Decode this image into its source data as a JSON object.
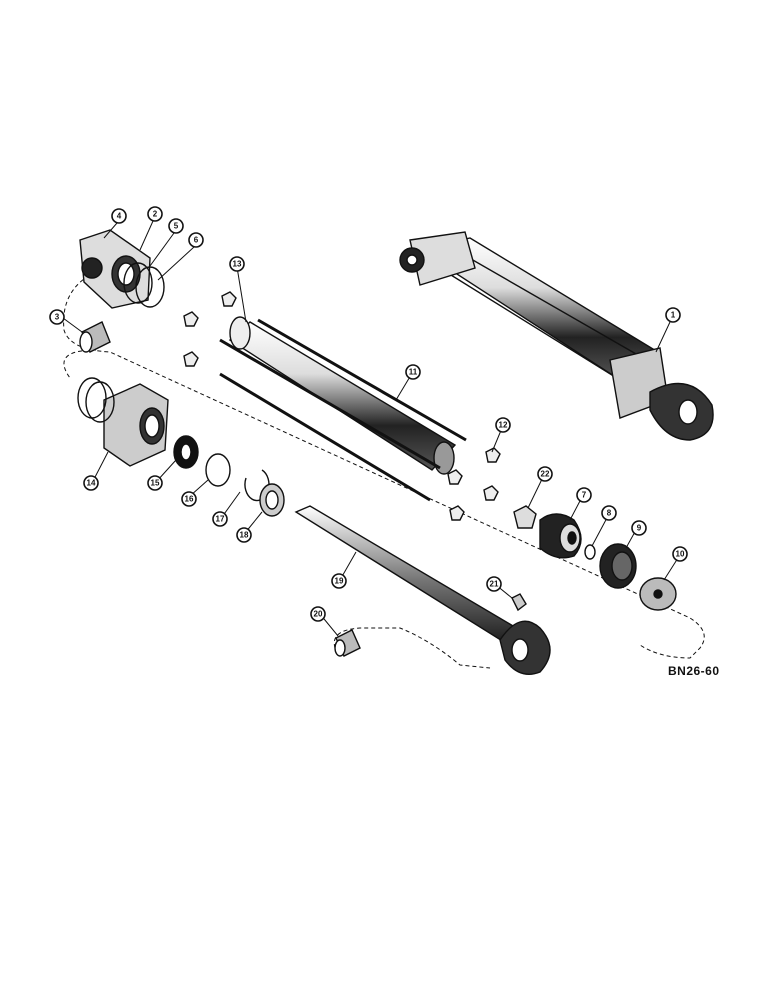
{
  "figure_code": "BN26-60",
  "callouts": [
    "1",
    "2",
    "3",
    "4",
    "5",
    "6",
    "7",
    "8",
    "9",
    "10",
    "11",
    "12",
    "13",
    "14",
    "15",
    "16",
    "17",
    "18",
    "19",
    "20",
    "21",
    "22"
  ],
  "colors": {
    "ink": "#111111",
    "paper": "#ffffff",
    "shade": "#555555"
  }
}
